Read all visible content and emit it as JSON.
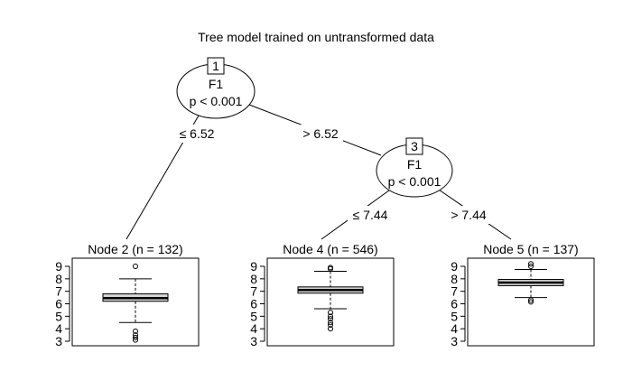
{
  "title": "Tree model trained on untransformed data",
  "nodes": {
    "root": {
      "id": "1",
      "var": "F1",
      "p": "p < 0.001"
    },
    "inner": {
      "id": "3",
      "var": "F1",
      "p": "p < 0.001"
    }
  },
  "edges": {
    "root_left": "≤ 6.52",
    "root_right": "> 6.52",
    "inner_left": "≤ 7.44",
    "inner_right": "> 7.44"
  },
  "leaves": [
    {
      "label": "Node 2 (n = 132)",
      "box": {
        "whisker_low": 4.5,
        "q1": 6.2,
        "median": 6.45,
        "q3": 6.8,
        "whisker_high": 8.0,
        "outliers": [
          9.0,
          3.8,
          3.5,
          3.3,
          3.1
        ]
      }
    },
    {
      "label": "Node 4 (n = 546)",
      "box": {
        "whisker_low": 5.6,
        "q1": 6.85,
        "median": 7.1,
        "q3": 7.35,
        "whisker_high": 8.6,
        "outliers": [
          8.8,
          8.9,
          5.3,
          5.0,
          4.8,
          4.5,
          4.3,
          4.0
        ]
      }
    },
    {
      "label": "Node 5 (n = 137)",
      "box": {
        "whisker_low": 6.5,
        "q1": 7.45,
        "median": 7.7,
        "q3": 7.95,
        "whisker_high": 8.75,
        "outliers": [
          9.2,
          9.0,
          6.3,
          6.15
        ]
      }
    }
  ],
  "y_axis": {
    "ticks": [
      "3",
      "4",
      "5",
      "6",
      "7",
      "8",
      "9"
    ],
    "min": 3,
    "max": 9
  }
}
